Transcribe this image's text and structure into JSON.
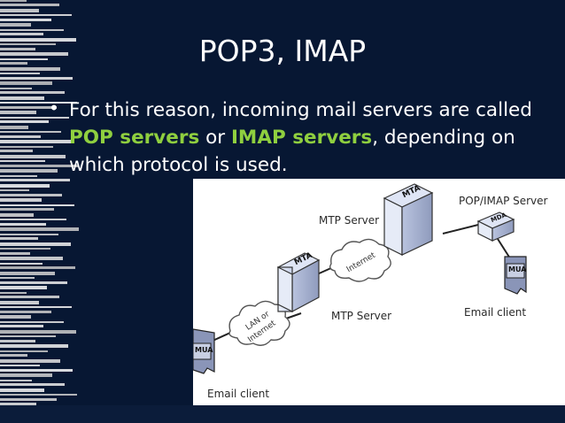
{
  "slide": {
    "title": "POP3, IMAP",
    "bullet": {
      "text_before": "For this reason, incoming mail servers are called ",
      "pop": "POP servers",
      "or": " or ",
      "imap": "IMAP servers",
      "text_after": ", depending on which protocol is used."
    }
  },
  "diagram": {
    "mtp_server_top": "MTP Server",
    "mtp_server_bottom": "MTP Server",
    "pop_imap_server": "POP/IMAP Server",
    "email_client_right": "Email client",
    "email_client_left": "Email client",
    "mta_top": "MTA",
    "mta_mid": "MTA",
    "mda": "MDA",
    "mua_right": "MUA",
    "mua_left": "MUA",
    "internet_cloud": "Internet",
    "lan_cloud_1": "LAN or",
    "lan_cloud_2": "Internet"
  },
  "colors": {
    "background": "#071733",
    "highlight": "#8fcf3f",
    "text": "#ffffff"
  }
}
